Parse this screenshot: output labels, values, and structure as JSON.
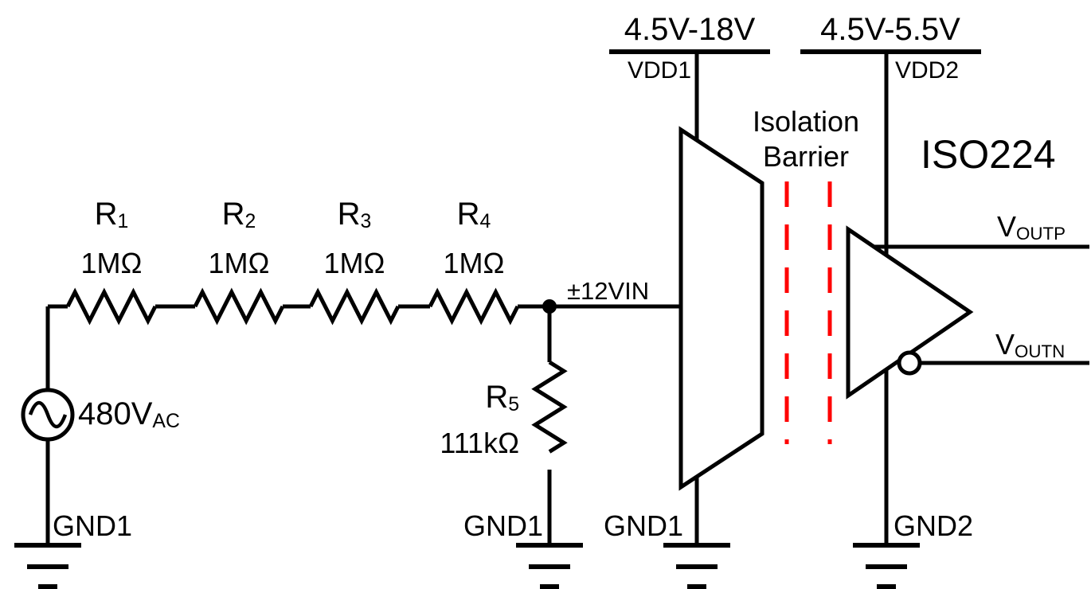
{
  "colors": {
    "wire": "#000000",
    "barrier_dash": "#ff0000",
    "text": "#000000",
    "background": "#ffffff"
  },
  "supplies": {
    "vdd1_range": "4.5V-18V",
    "vdd1_label": "VDD1",
    "vdd2_range": "4.5V-5.5V",
    "vdd2_label": "VDD2"
  },
  "chip": {
    "name": "ISO224"
  },
  "isolation": {
    "line1": "Isolation",
    "line2": "Barrier"
  },
  "resistors": {
    "r1": {
      "name": "R",
      "sub": "1",
      "value": "1MΩ"
    },
    "r2": {
      "name": "R",
      "sub": "2",
      "value": "1MΩ"
    },
    "r3": {
      "name": "R",
      "sub": "3",
      "value": "1MΩ"
    },
    "r4": {
      "name": "R",
      "sub": "4",
      "value": "1MΩ"
    },
    "r5": {
      "name": "R",
      "sub": "5",
      "value": "111kΩ"
    }
  },
  "source": {
    "value": "480V",
    "sub": "AC"
  },
  "input": {
    "label": "±12VIN"
  },
  "grounds": {
    "left": "GND1",
    "divider": "GND1",
    "amp_in": "GND1",
    "amp_out": "GND2"
  },
  "outputs": {
    "voutp": {
      "name": "V",
      "sub": "OUTP"
    },
    "voutn": {
      "name": "V",
      "sub": "OUTN"
    }
  }
}
